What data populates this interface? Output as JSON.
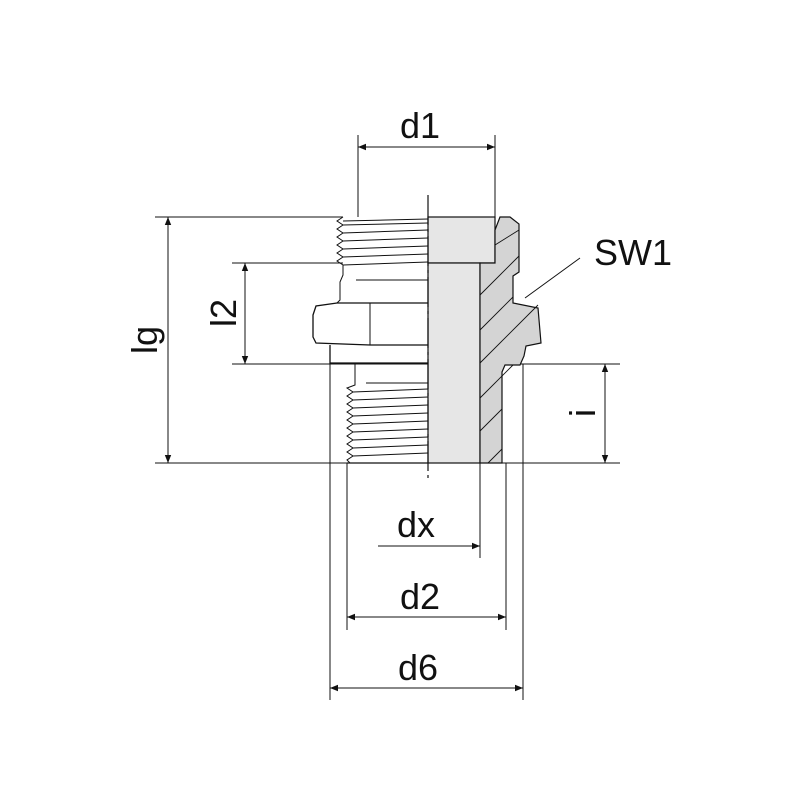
{
  "labels": {
    "d1": "d1",
    "sw1": "SW1",
    "lg": "lg",
    "l2": "l2",
    "i": "i",
    "dx": "dx",
    "d2": "d2",
    "d6": "d6"
  },
  "colors": {
    "section": "#d4d4d4",
    "bore": "#e6e6e6",
    "line": "#111111"
  }
}
